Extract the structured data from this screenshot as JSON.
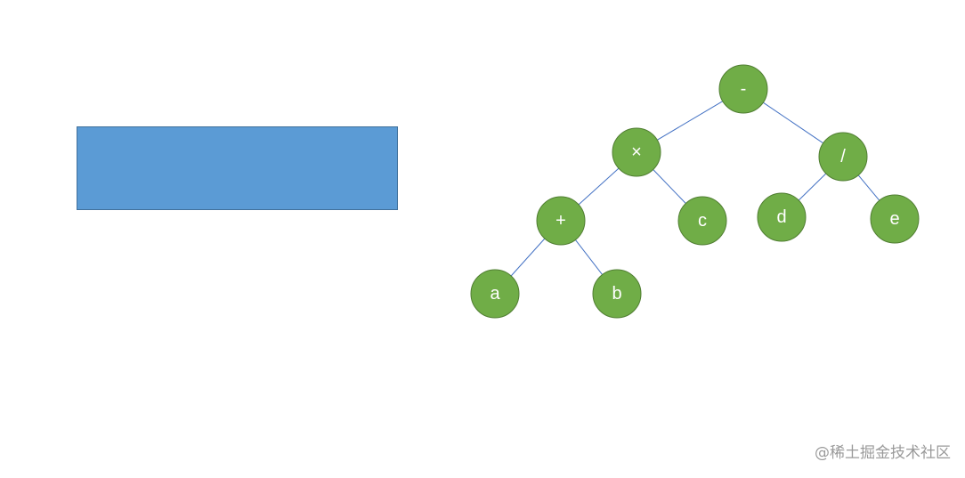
{
  "colors": {
    "rectangle_fill": "#5b9bd5",
    "node_fill": "#70ad47",
    "edge": "#4472c4",
    "label": "#ffffff",
    "watermark": "#9a9a9a"
  },
  "tree": {
    "nodes": [
      {
        "id": "minus",
        "label": "-"
      },
      {
        "id": "times",
        "label": "×"
      },
      {
        "id": "divide",
        "label": "/"
      },
      {
        "id": "plus",
        "label": "+"
      },
      {
        "id": "c",
        "label": "c"
      },
      {
        "id": "d",
        "label": "d"
      },
      {
        "id": "e",
        "label": "e"
      },
      {
        "id": "a",
        "label": "a"
      },
      {
        "id": "b",
        "label": "b"
      }
    ],
    "edges": [
      {
        "from": "minus",
        "to": "times"
      },
      {
        "from": "minus",
        "to": "divide"
      },
      {
        "from": "times",
        "to": "plus"
      },
      {
        "from": "times",
        "to": "c"
      },
      {
        "from": "plus",
        "to": "a"
      },
      {
        "from": "plus",
        "to": "b"
      },
      {
        "from": "divide",
        "to": "d"
      },
      {
        "from": "divide",
        "to": "e"
      }
    ]
  },
  "watermark": "@稀土掘金技术社区"
}
